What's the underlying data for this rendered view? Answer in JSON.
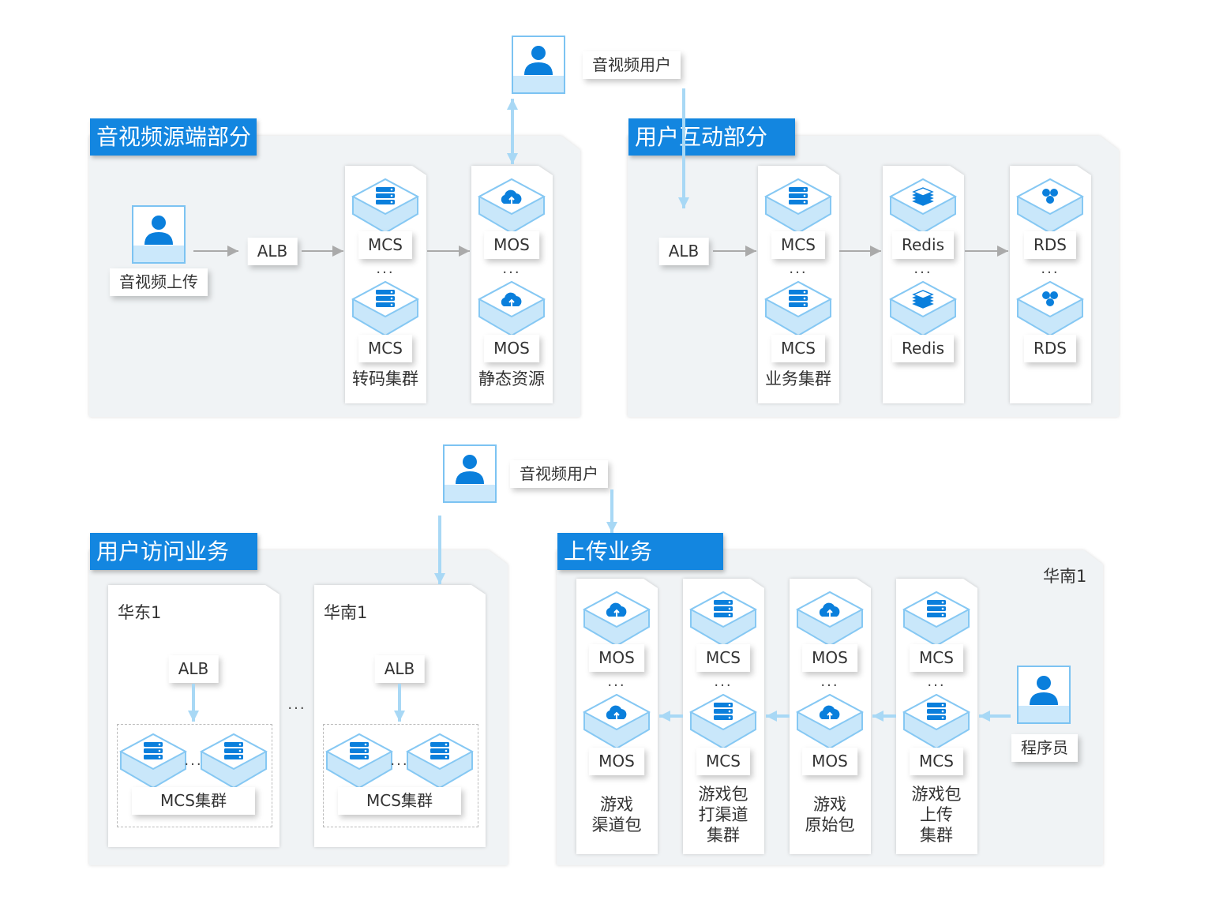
{
  "top_user": {
    "label": "音视频用户"
  },
  "av_source": {
    "title": "音视频源端部分",
    "uploader": "音视频上传",
    "alb": "ALB",
    "columns": [
      {
        "icon": "server",
        "nodes": [
          "MCS",
          "MCS"
        ],
        "ellipsis": "...",
        "caption": "转码集群"
      },
      {
        "icon": "cloud-upload",
        "nodes": [
          "MOS",
          "MOS"
        ],
        "ellipsis": "...",
        "caption": "静态资源"
      }
    ]
  },
  "interaction": {
    "title": "用户互动部分",
    "alb": "ALB",
    "columns": [
      {
        "icon": "server",
        "nodes": [
          "MCS",
          "MCS"
        ],
        "ellipsis": "...",
        "caption": "业务集群"
      },
      {
        "icon": "redis",
        "nodes": [
          "Redis",
          "Redis"
        ],
        "ellipsis": "..."
      },
      {
        "icon": "rds",
        "nodes": [
          "RDS",
          "RDS"
        ],
        "ellipsis": "..."
      }
    ]
  },
  "access_user": {
    "label": "音视频用户"
  },
  "access": {
    "title": "用户访问业务",
    "ellipsis": "...",
    "regions": [
      {
        "name": "华东1",
        "alb": "ALB",
        "cluster": "MCS集群",
        "ellipsis": "..."
      },
      {
        "name": "华南1",
        "alb": "ALB",
        "cluster": "MCS集群",
        "ellipsis": "..."
      }
    ]
  },
  "upload": {
    "title": "上传业务",
    "region": "华南1",
    "programmer": "程序员",
    "columns": [
      {
        "icon": "cloud-upload",
        "nodes": [
          "MOS",
          "MOS"
        ],
        "ellipsis": "...",
        "caption": "游戏\n渠道包"
      },
      {
        "icon": "server",
        "nodes": [
          "MCS",
          "MCS"
        ],
        "ellipsis": "...",
        "caption": "游戏包\n打渠道\n集群"
      },
      {
        "icon": "cloud-upload",
        "nodes": [
          "MOS",
          "MOS"
        ],
        "ellipsis": "...",
        "caption": "游戏\n原始包"
      },
      {
        "icon": "server",
        "nodes": [
          "MCS",
          "MCS"
        ],
        "ellipsis": "...",
        "caption": "游戏包\n上传\n集群"
      }
    ]
  },
  "colors": {
    "accent": "#1386e0",
    "panel": "#f0f3f5",
    "arrow_gray": "#aaaaaa",
    "arrow_blue": "#a8d8f5"
  }
}
